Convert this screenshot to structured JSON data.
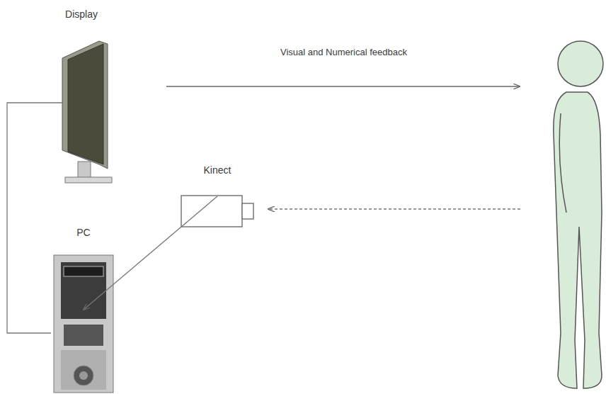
{
  "diagram": {
    "nodes": [
      {
        "text": [
          "Display"
        ]
      },
      {
        "text": [
          "Kinect"
        ]
      },
      {
        "text": [
          "PC"
        ]
      }
    ],
    "edges": [
      {
        "from": 1,
        "to": 2,
        "arrow": "to"
      },
      {
        "from": 2,
        "to": 0,
        "arrow": "none"
      }
    ],
    "labels": [
      "Visual and Numerical feedback"
    ]
  }
}
